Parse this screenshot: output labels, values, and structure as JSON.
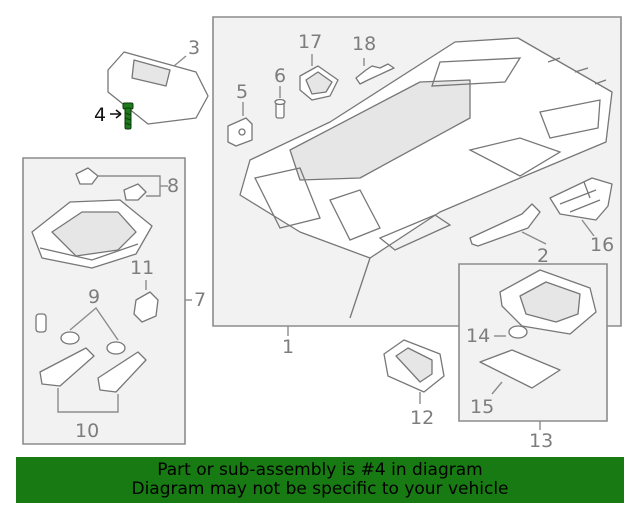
{
  "diagram": {
    "callouts": [
      {
        "id": "1",
        "label": "1"
      },
      {
        "id": "2",
        "label": "2"
      },
      {
        "id": "3",
        "label": "3"
      },
      {
        "id": "4",
        "label": "4",
        "highlighted": true
      },
      {
        "id": "5",
        "label": "5"
      },
      {
        "id": "6",
        "label": "6"
      },
      {
        "id": "7",
        "label": "7"
      },
      {
        "id": "8",
        "label": "8"
      },
      {
        "id": "9",
        "label": "9"
      },
      {
        "id": "10",
        "label": "10"
      },
      {
        "id": "11",
        "label": "11"
      },
      {
        "id": "12",
        "label": "12"
      },
      {
        "id": "13",
        "label": "13"
      },
      {
        "id": "14",
        "label": "14"
      },
      {
        "id": "15",
        "label": "15"
      },
      {
        "id": "16",
        "label": "16"
      },
      {
        "id": "17",
        "label": "17"
      },
      {
        "id": "18",
        "label": "18"
      }
    ],
    "highlight_color": "#1e7a1a",
    "line_color": "#777777"
  },
  "banner": {
    "line1": "Part or sub-assembly is #4 in diagram",
    "line2": "Diagram may not be specific to your vehicle",
    "background": "#187a12"
  }
}
